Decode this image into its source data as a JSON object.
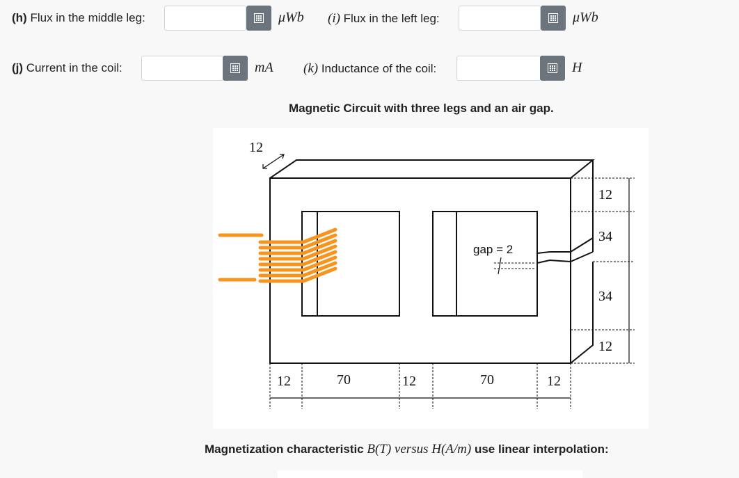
{
  "questions": {
    "h": {
      "label_letter": "(h)",
      "label_text": "Flux in the middle leg:",
      "value": "",
      "unit": "μWb"
    },
    "i": {
      "label_letter": "(i)",
      "label_text": "Flux in the left leg:",
      "value": "",
      "unit": "μWb"
    },
    "j": {
      "label_letter": "(j)",
      "label_text": "Current in the coil:",
      "value": "",
      "unit": "mA"
    },
    "k": {
      "label_letter": "(k)",
      "label_text": "Inductance of the coil:",
      "value": "",
      "unit": "H"
    }
  },
  "figure": {
    "title": "Magnetic Circuit with three legs and an air gap.",
    "depth_label": "12",
    "gap_label": "gap = 2",
    "right_dims": [
      "12",
      "34",
      "34",
      "12"
    ],
    "bottom_dims": [
      "12",
      "70",
      "12",
      "70",
      "12"
    ]
  },
  "bh_caption": {
    "prefix": "Magnetization characteristic",
    "math": "B(T) versus H(A/m)",
    "suffix": "use linear interpolation:"
  },
  "icons": {
    "keypad": "keypad-icon"
  },
  "colors": {
    "button": "#6c757d",
    "coil": "#f7941d"
  }
}
